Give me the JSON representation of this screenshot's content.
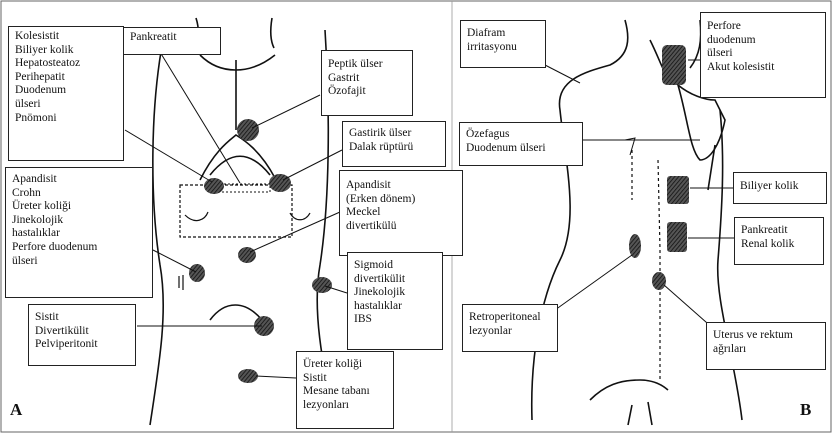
{
  "panel_a": {
    "letter": "A",
    "boxes": {
      "left_top": [
        "Kolesistit",
        "Biliyer kolik",
        "Hepatosteatoz",
        "Perihepatit",
        "Duodenum",
        "ülseri",
        "Pnömoni"
      ],
      "pankreatit": [
        "Pankreatit"
      ],
      "peptik": [
        "Peptik ülser",
        "Gastrit",
        "Özofajit"
      ],
      "gastrik": [
        "Gastirik ülser",
        "Dalak rüptürü"
      ],
      "apandisit_left": [
        "Apandisit",
        "Crohn",
        "Üreter koliği",
        "Jinekolojik",
        "hastalıklar",
        "Perfore duodenum",
        "ülseri"
      ],
      "apandisit_right": [
        "Apandisit",
        "(Erken dönem)",
        "Meckel",
        "divertikülü"
      ],
      "sigmoid": [
        "Sigmoid",
        "divertikülit",
        "Jinekolojik",
        "hastalıklar",
        "IBS"
      ],
      "sistit": [
        "Sistit",
        "Divertikülit",
        "Pelviperitonit"
      ],
      "ureter": [
        "Üreter koliği",
        "Sistit",
        "Mesane tabanı",
        "lezyonları"
      ]
    }
  },
  "panel_b": {
    "letter": "B",
    "boxes": {
      "diafram": [
        "Diafram",
        "irritasyonu"
      ],
      "perfore": [
        "Perfore",
        "duodenum",
        "ülseri",
        "Akut kolesistit"
      ],
      "ozefagus": [
        "Özefagus",
        "Duodenum ülseri"
      ],
      "biliyer": [
        "Biliyer kolik"
      ],
      "pankreatit": [
        "Pankreatit",
        "Renal kolik"
      ],
      "retro": [
        "Retroperitoneal",
        "lezyonlar"
      ],
      "uterus": [
        "Uterus ve rektum",
        "ağrıları"
      ]
    }
  },
  "colors": {
    "ink": "#111111",
    "pain_spot": "#2a2a2a",
    "box_border": "#222222"
  }
}
